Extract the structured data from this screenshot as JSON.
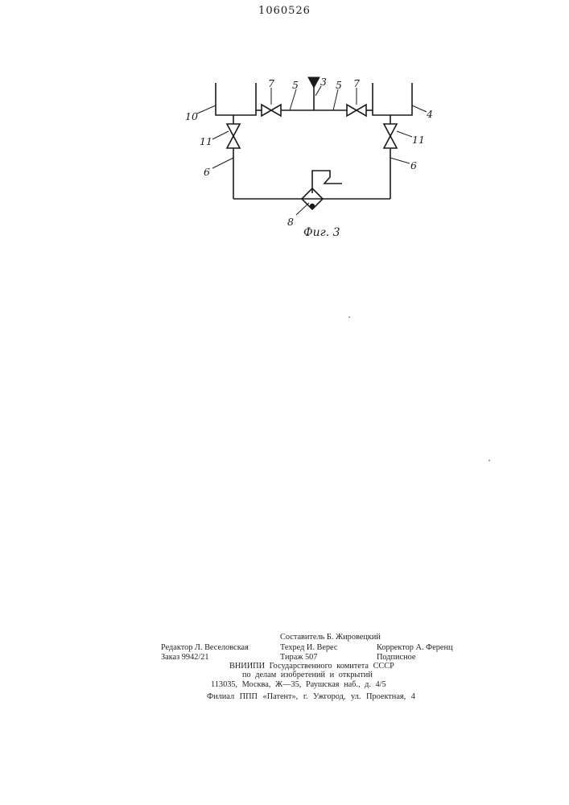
{
  "patent_number": "1060526",
  "figure": {
    "caption": "Фиг. 3",
    "labels": {
      "tank_left": "10",
      "tank_right": "4",
      "valve_top_left": "7",
      "valve_top_right": "7",
      "pipe_top_left": "5",
      "pipe_top_right": "5",
      "inlet": "3",
      "valve_side_left": "11",
      "valve_side_right": "11",
      "pipe_side_left": "6",
      "pipe_side_right": "6",
      "pump": "8"
    }
  },
  "imprint": {
    "compiler": "Составитель Б. Жировецкий",
    "editor": "Редактор Л. Веселовская",
    "techred": "Техред И. Верес",
    "corrector": "Корректор А. Ференц",
    "order": "Заказ 9942/21",
    "circulation": "Тираж 507",
    "subscription": "Подписное",
    "org_line1": "ВНИИПИ Государственного комитета СССР",
    "org_line2": "по делам изобретений и открытий",
    "org_line3": "113035, Москва, Ж—35, Раушская наб., д. 4/5",
    "branch": "Филиал ППП «Патент», г. Ужгород, ул. Проектная, 4"
  }
}
